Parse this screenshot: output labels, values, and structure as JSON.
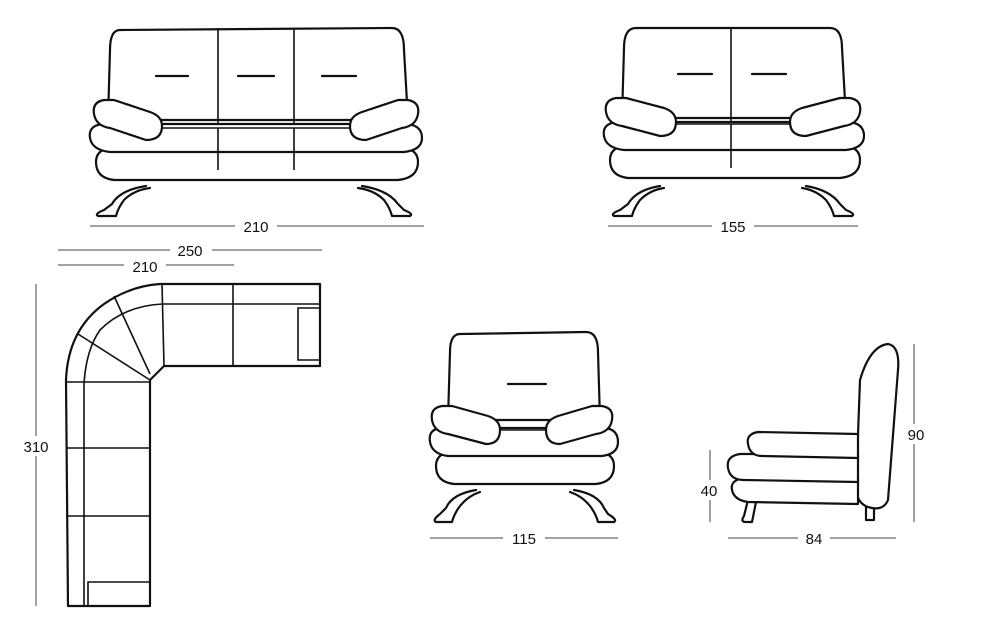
{
  "dimensions": {
    "sofa3_width": "210",
    "sofa2_width": "155",
    "corner_outer_width": "250",
    "corner_inner_width": "210",
    "corner_length": "310",
    "armchair_width": "115",
    "side_height": "90",
    "side_seat_height": "40",
    "side_depth": "84"
  }
}
